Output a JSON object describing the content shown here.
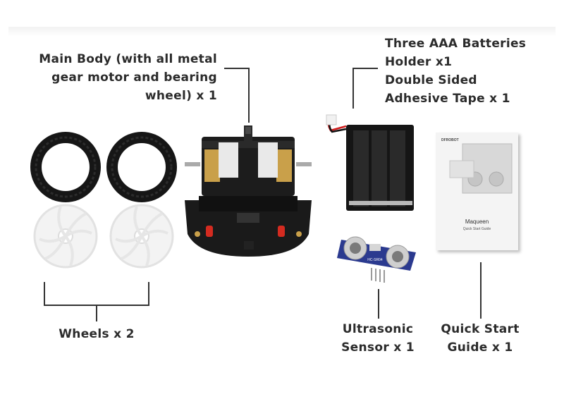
{
  "labels": {
    "main_body": [
      "Main Body (with all metal",
      "gear motor and bearing",
      "wheel) x 1"
    ],
    "batteries": [
      "Three AAA Batteries",
      "Holder x1",
      "Double Sided",
      "Adhesive Tape x 1"
    ],
    "wheels": "Wheels x 2",
    "ultrasonic": [
      "Ultrasonic",
      "Sensor x 1"
    ],
    "guide": [
      "Quick Start",
      "Guide x 1"
    ]
  },
  "booklet": {
    "brand": "DFROBOT",
    "title": "Maqueen",
    "subtitle": "Quick Start Guide"
  },
  "sensor_label": "HC-SR04",
  "colors": {
    "text": "#2b2b2b",
    "pcb": "#1c1c1c",
    "gold": "#c9a04a",
    "tire": "#161616",
    "hub": "#f3f3f3",
    "sensor_blue": "#2b3a8f"
  }
}
